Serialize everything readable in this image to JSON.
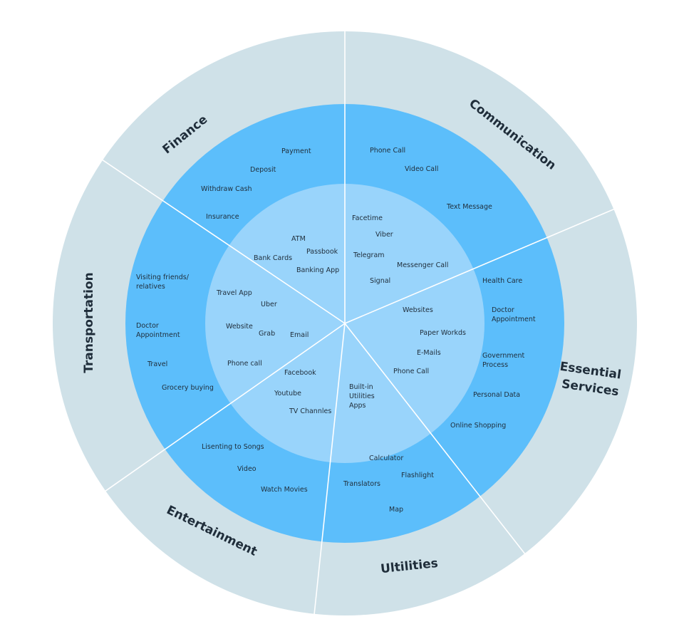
{
  "colors": {
    "outer_ring": "#cfe1e8",
    "middle_ring": "#5cbefb",
    "inner_disc": "#99d4fb",
    "divider": "#ffffff",
    "text": "#1f2d3a"
  },
  "categories": [
    {
      "label": "Finance"
    },
    {
      "label": "Communication"
    },
    {
      "label_lines": [
        "Essential",
        "Services"
      ]
    },
    {
      "label": "Ultilities"
    },
    {
      "label": "Entertainment"
    },
    {
      "label": "Transportation"
    }
  ],
  "middle_items": {
    "finance": [
      "Payment",
      "Deposit",
      "Withdraw Cash",
      "Insurance"
    ],
    "communication": [
      "Phone Call",
      "Video Call",
      "Text Message"
    ],
    "essential": [
      [
        "Health Care"
      ],
      [
        "Doctor",
        "Appointment"
      ],
      [
        "Government",
        "Process"
      ],
      [
        "Personal Data"
      ],
      [
        "Online Shopping"
      ]
    ],
    "utilities": [
      "Calculator",
      "Flashlight",
      "Translators",
      "Map"
    ],
    "entertainment": [
      "Lisenting to Songs",
      "Video",
      "Watch Movies"
    ],
    "transportation": [
      [
        "Visiting friends/",
        "relatives"
      ],
      [
        "Doctor",
        "Appointment"
      ],
      [
        "Travel"
      ],
      [
        "Grocery buying"
      ]
    ]
  },
  "inner_items": {
    "finance": [
      "ATM",
      "Passbook",
      "Bank Cards",
      "Banking App"
    ],
    "communication": [
      "Facetime",
      "Viber",
      "Telegram",
      "Messenger Call",
      "Signal"
    ],
    "essential": [
      "Websites",
      "Paper Workds",
      "E-Mails",
      "Phone Call"
    ],
    "utilities": [
      [
        "Built-in",
        "Utilities",
        "Apps"
      ]
    ],
    "entertainment": [
      "Facebook",
      "Youtube",
      "TV Channles"
    ],
    "transportation": [
      "Travel App",
      "Uber",
      "Website",
      "Grab",
      "Email",
      "Phone call"
    ]
  }
}
